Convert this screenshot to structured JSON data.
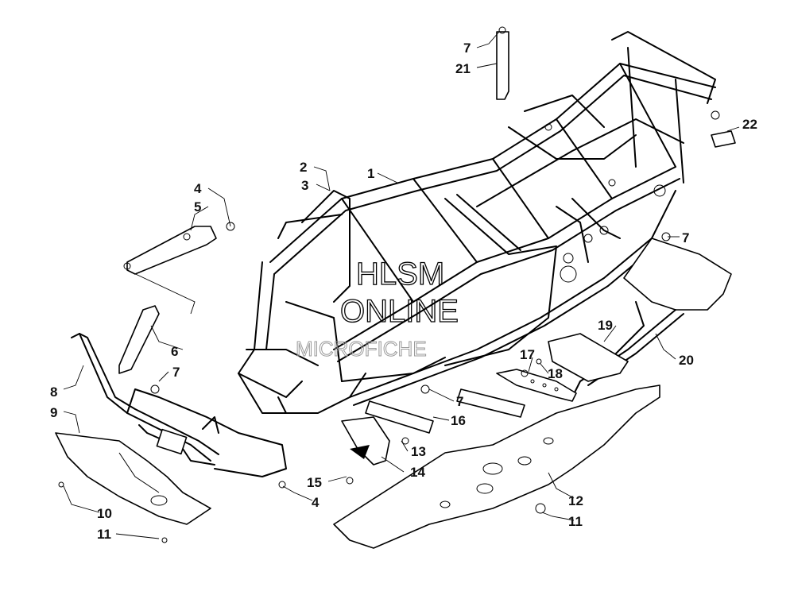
{
  "diagram": {
    "watermark": [
      "HLSM",
      "ONLINE",
      "MICROFICHE"
    ],
    "callouts": [
      {
        "id": "c1",
        "text": "1"
      },
      {
        "id": "c2",
        "text": "2"
      },
      {
        "id": "c3",
        "text": "3"
      },
      {
        "id": "c4a",
        "text": "4"
      },
      {
        "id": "c5",
        "text": "5"
      },
      {
        "id": "c6",
        "text": "6"
      },
      {
        "id": "c7a",
        "text": "7"
      },
      {
        "id": "c8",
        "text": "8"
      },
      {
        "id": "c9",
        "text": "9"
      },
      {
        "id": "c10",
        "text": "10"
      },
      {
        "id": "c11a",
        "text": "11"
      },
      {
        "id": "c4b",
        "text": "4"
      },
      {
        "id": "c15",
        "text": "15"
      },
      {
        "id": "c13",
        "text": "13"
      },
      {
        "id": "c14",
        "text": "14"
      },
      {
        "id": "c16",
        "text": "16"
      },
      {
        "id": "c7b",
        "text": "7"
      },
      {
        "id": "c17",
        "text": "17"
      },
      {
        "id": "c18",
        "text": "18"
      },
      {
        "id": "c19",
        "text": "19"
      },
      {
        "id": "c20",
        "text": "20"
      },
      {
        "id": "c7c",
        "text": "7"
      },
      {
        "id": "c22",
        "text": "22"
      },
      {
        "id": "c7d",
        "text": "7"
      },
      {
        "id": "c21",
        "text": "21"
      },
      {
        "id": "c12",
        "text": "12"
      },
      {
        "id": "c11b",
        "text": "11"
      }
    ]
  }
}
